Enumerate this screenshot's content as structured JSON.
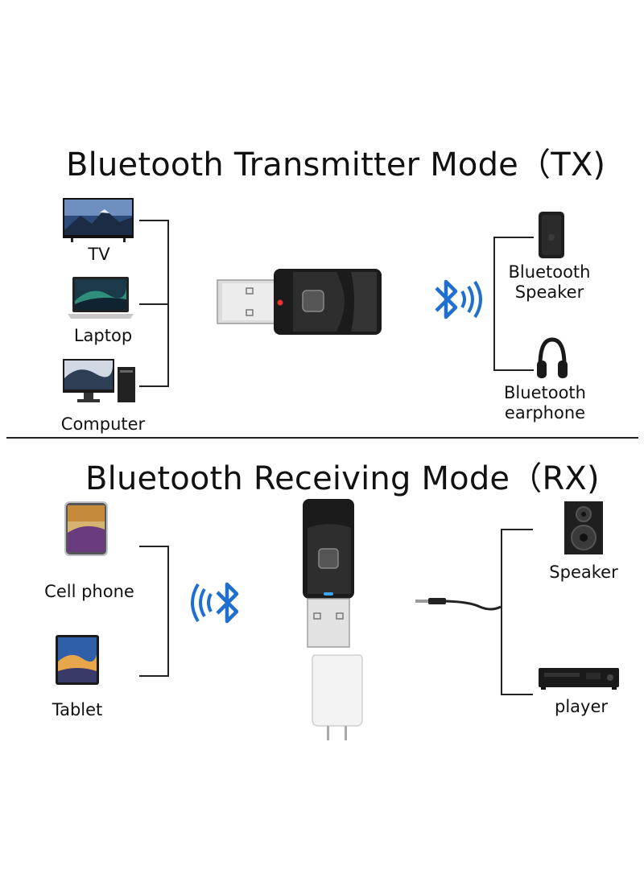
{
  "tx": {
    "title": "Bluetooth Transmitter Mode（TX)",
    "left": [
      {
        "label": "TV",
        "icon": "tv-icon"
      },
      {
        "label": "Laptop",
        "icon": "laptop-icon"
      },
      {
        "label": "Computer",
        "icon": "desktop-computer-icon"
      }
    ],
    "right": [
      {
        "label": "Bluetooth Speaker",
        "line1": "Bluetooth",
        "line2": "Speaker",
        "icon": "bluetooth-speaker-icon"
      },
      {
        "label": "Bluetooth earphone",
        "line1": "Bluetooth",
        "line2": "earphone",
        "icon": "headphones-icon"
      }
    ]
  },
  "rx": {
    "title": "Bluetooth Receiving Mode（RX)",
    "left": [
      {
        "label": "Cell phone",
        "icon": "cell-phone-icon"
      },
      {
        "label": "Tablet",
        "icon": "tablet-icon"
      }
    ],
    "right": [
      {
        "label": "Speaker",
        "icon": "speaker-icon"
      },
      {
        "label": "player",
        "icon": "cd-player-icon"
      }
    ]
  },
  "colors": {
    "bluetooth": "#1f6fd1",
    "device": "#1b1b1b",
    "line": "#222222",
    "led_red": "#e33",
    "led_blue": "#39a8ff"
  }
}
